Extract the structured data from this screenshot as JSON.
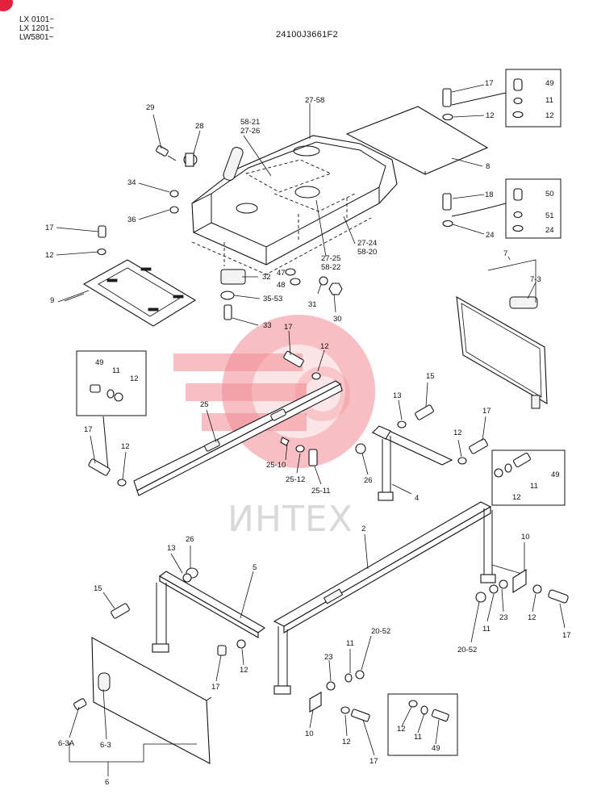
{
  "header": {
    "serials": [
      "LX 0101~",
      "LX 1201~",
      "LW5801~"
    ],
    "drawing_code": "24100J3661F2"
  },
  "watermark": {
    "text": "ИНТЕХ",
    "color": "#e8323f"
  },
  "callouts": {
    "c29": "29",
    "c28": "28",
    "c34": "34",
    "c36": "36",
    "c17a": "17",
    "c12a": "12",
    "c9": "9",
    "c5821": "58-21",
    "c2726": "27-26",
    "c2758": "27-58",
    "c32": "32",
    "c47": "47",
    "c48": "48",
    "c3553": "35-53",
    "c33": "33",
    "c31": "31",
    "c30": "30",
    "c2725": "27-25",
    "c5822": "58-22",
    "c2724": "27-24",
    "c5820": "58-20",
    "c17b": "17",
    "c12b": "12",
    "c8": "8",
    "c18": "18",
    "c24": "24",
    "c49a": "49",
    "c11a": "11",
    "c12box1": "12",
    "c50": "50",
    "c51": "51",
    "c24box": "24",
    "c7": "7",
    "c73": "7-3",
    "c49b": "49",
    "c11b": "11",
    "c12c": "12",
    "c17c": "17",
    "c12d": "12",
    "c25": "25",
    "c17d": "17",
    "c12e": "12",
    "c2510": "25-10",
    "c2512": "25-12",
    "c2511": "25-11",
    "c26a": "26",
    "c13a": "13",
    "c15a": "15",
    "c4": "4",
    "c12f": "12",
    "c17e": "17",
    "c49c": "49",
    "c11c": "11",
    "c12g": "12",
    "c2": "2",
    "c10a": "10",
    "c12h": "12",
    "c17f": "17",
    "c23a": "23",
    "c11d": "11",
    "c2052a": "20-52",
    "c26b": "26",
    "c13b": "13",
    "c5": "5",
    "c15b": "15",
    "c17g": "17",
    "c12i": "12",
    "c23b": "23",
    "c11e": "11",
    "c2052b": "20-52",
    "c10b": "10",
    "c12j": "12",
    "c17h": "17",
    "c12k": "12",
    "c11f": "11",
    "c49d": "49",
    "c63a": "6-3A",
    "c63": "6-3",
    "c6": "6"
  }
}
